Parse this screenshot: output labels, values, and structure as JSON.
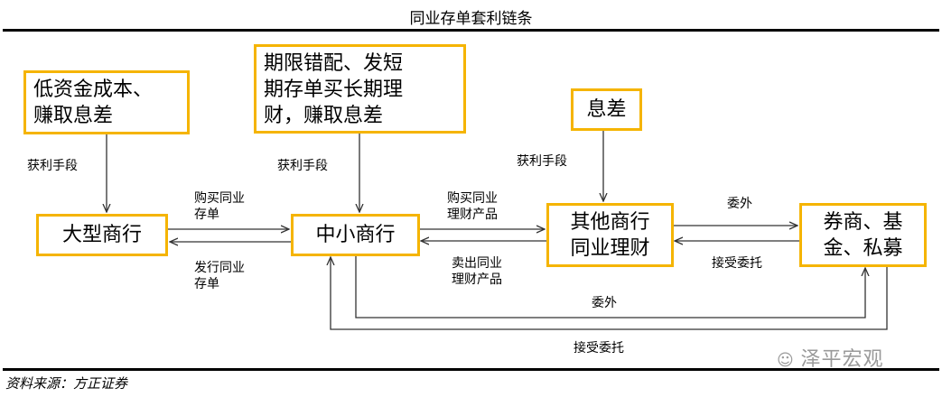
{
  "title": "同业存单套利链条",
  "boxes": {
    "low_cost": "低资金成本、\n赚取息差",
    "mismatch": "期限错配、发短\n期存单买长期理\n财，赚取息差",
    "spread": "息差",
    "big_bank": "大型商行",
    "small_bank": "中小商行",
    "other_bank": "其他商行\n同业理财",
    "brokers": "券商、基\n金、私募"
  },
  "labels": {
    "profit_means_1": "获利手段",
    "profit_means_2": "获利手段",
    "profit_means_3": "获利手段",
    "buy_cd": "购买同业\n存单",
    "issue_cd": "发行同业\n存单",
    "buy_wmp": "购买同业\n理财产品",
    "sell_wmp": "卖出同业\n理财产品",
    "outsource_1": "委外",
    "accept_1": "接受委托",
    "outsource_2": "委外",
    "accept_2": "接受委托"
  },
  "source": "资料来源：方正证券",
  "watermark": "泽平宏观",
  "colors": {
    "box_border": "#f5b400",
    "line": "#333333"
  }
}
